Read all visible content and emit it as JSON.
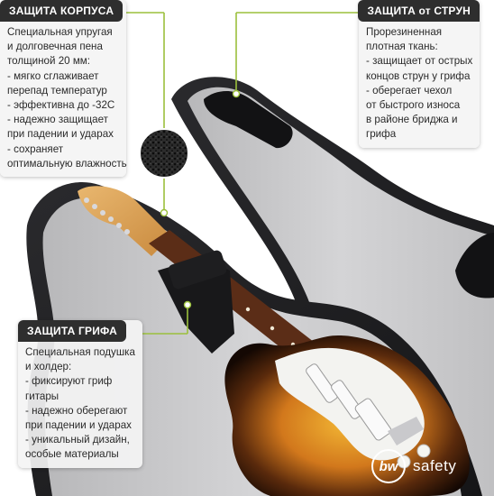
{
  "callouts": {
    "body_protection": {
      "title": "ЗАЩИТА КОРПУСА",
      "lines": [
        "Специальная упругая",
        "и долговечная пена",
        "толщиной 20 мм:",
        "- мягко сглаживает",
        "перепад температур",
        "- эффективна до -32С",
        "- надежно защищает",
        "при падении и ударах",
        "- сохраняет",
        "оптимальную влажность"
      ]
    },
    "string_protection": {
      "title": "ЗАЩИТА от СТРУН",
      "lines": [
        "Прорезиненная",
        "плотная ткань:",
        "- защищает от острых",
        "концов струн у грифа",
        "- оберегает чехол",
        "от быстрого износа",
        "в районе бриджа и",
        "грифа"
      ]
    },
    "neck_protection": {
      "title": "ЗАЩИТА ГРИФА",
      "lines": [
        "Специальная подушка",
        " и холдер:",
        "- фиксируют гриф",
        "гитары",
        "- надежно оберегают",
        "при падении и ударах",
        "- уникальный дизайн,",
        "особые материалы"
      ]
    }
  },
  "logo": {
    "mark": "bw",
    "text": "safety"
  },
  "colors": {
    "accent_line": "#9bc03c",
    "title_bg": "#2e2e2e",
    "case_dark": "#1f1f21",
    "case_lining": "#c4c4c6",
    "sunburst_center": "#f0b030",
    "sunburst_edge": "#1a0d05"
  }
}
